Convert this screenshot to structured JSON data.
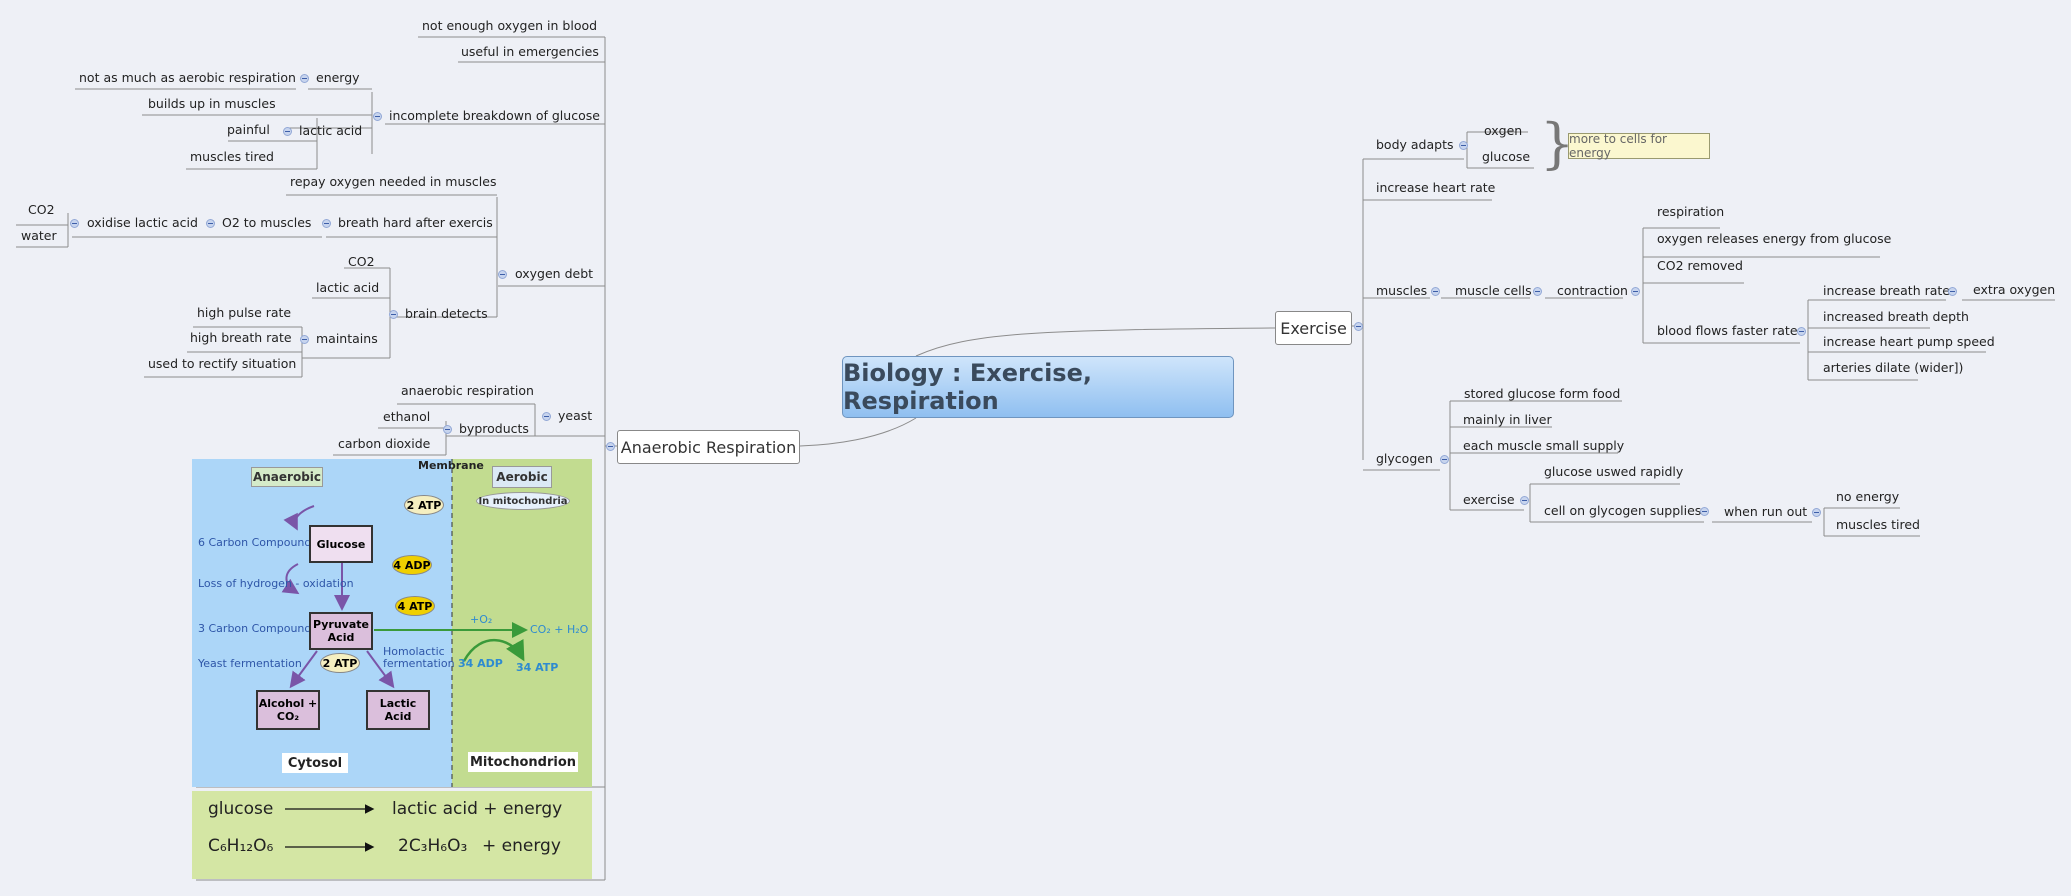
{
  "root": "Biology : Exercise, Respiration",
  "left": {
    "branch": "Anaerobic Respiration",
    "items": {
      "not_enough_oxygen": "not enough oxygen in blood",
      "useful": "useful in emergencies",
      "incomplete": "incomplete breakdown of glucose",
      "energy": "energy",
      "not_as_much": "not as much as aerobic respiration",
      "lactic_acid": "lactic acid",
      "builds_up": "builds up in muscles",
      "painful": "painful",
      "muscles_tired": "muscles tired",
      "oxygen_debt": "oxygen debt",
      "repay": "repay oxygen needed in muscles",
      "breath_hard": "breath hard after exercis",
      "o2_to_muscles": "O2 to muscles",
      "oxidise": "oxidise lactic acid",
      "co2": "CO2",
      "water": "water",
      "brain_detects": "brain detects",
      "co2_b": "CO2",
      "lactic_acid_b": "lactic acid",
      "maintains": "maintains",
      "high_pulse": "high pulse rate",
      "high_breath": "high breath rate",
      "rectify": "used to rectify situation",
      "yeast": "yeast",
      "anaerobic_resp": "anaerobic respiration",
      "byproducts": "byproducts",
      "ethanol": "ethanol",
      "carbon_dioxide": "carbon dioxide"
    }
  },
  "right": {
    "branch": "Exercise",
    "items": {
      "body_adapts": "body adapts",
      "oxgen": "oxgen",
      "glucose": "glucose",
      "note": "more to cells for energy",
      "increase_heart": "increase heart rate",
      "muscles": "muscles",
      "muscle_cells": "muscle cells",
      "contraction": "contraction",
      "respiration": "respiration",
      "oxygen_releases": "oxygen releases energy from glucose",
      "co2_removed": "CO2 removed",
      "blood_flows": "blood flows faster rate",
      "increase_breath_rate": "increase breath rate",
      "extra_oxygen": "extra oxygen",
      "increased_depth": "increased breath depth",
      "heart_pump": "increase heart pump speed",
      "arteries": "arteries dilate (wider])",
      "glycogen": "glycogen",
      "stored": "stored glucose form food",
      "mainly_liver": "mainly in liver",
      "each_muscle": "each muscle small supply",
      "exercise": "exercise",
      "glucose_used": "glucose uswed rapidly",
      "cell_on": "cell on glycogen supplies",
      "when_run_out": "when run out",
      "no_energy": "no energy",
      "muscles_tired2": "muscles tired"
    }
  },
  "diagram": {
    "anaerobic": "Anaerobic",
    "aerobic": "Aerobic",
    "membrane": "Membrane",
    "in_mito": "In mitochondria",
    "six_carbon": "6 Carbon Compound",
    "loss_h": "Loss of hydrogen - oxidation",
    "three_carbon": "3 Carbon Compound",
    "yeast_ferm": "Yeast fermentation",
    "homolactic": "Homolactic fermentation",
    "glucose": "Glucose",
    "pyruvate": "Pyruvate Acid",
    "alcohol": "Alcohol + CO₂",
    "lactic": "Lactic Acid",
    "atp2a": "2 ATP",
    "adp4": "4 ADP",
    "atp4": "4 ATP",
    "atp2b": "2 ATP",
    "plus_o2": "+O₂",
    "co2_h2o": "CO₂ + H₂O",
    "adp34": "34 ADP",
    "atp34": "34 ATP",
    "cytosol": "Cytosol",
    "mitochondrion": "Mitochondrion"
  },
  "equations": {
    "e1_left": "glucose",
    "e1_right": "lactic acid + energy",
    "e2_left": "C₆H₁₂O₆",
    "e2_mid": "2C₃H₆O₃",
    "e2_right": "+ energy"
  },
  "colors": {
    "line": "#8c8c8c",
    "cytosol": "#acd6f8",
    "mito": "#c2dc90",
    "equation_bg": "#d4e6a4",
    "arrow_purple": "#7a55a8",
    "arrow_green": "#3a9a3a",
    "label_blue": "#2e56a8"
  }
}
